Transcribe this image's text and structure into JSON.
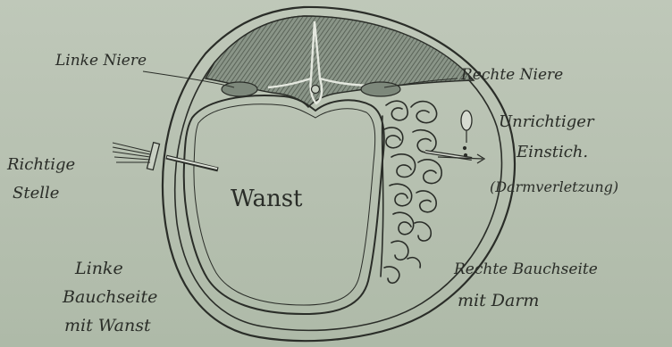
{
  "labels": {
    "linke_niere": "Linke Niere",
    "rechte_niere": "Rechte Niere",
    "unrichtiger_einstich": [
      "Unrichtiger",
      "Einstich.",
      "(Darmverletzung)"
    ],
    "richtige_stelle": [
      "Richtige",
      "Stelle"
    ],
    "wanst": "Wanst",
    "linke_bauchseite": [
      "Linke",
      "Bauchseite",
      "mit Wanst"
    ],
    "rechte_bauchseite": [
      "Rechte Bauchseite",
      "mit Darm"
    ]
  },
  "colors": {
    "ink": "#2a2d28",
    "paper": "#b9c3b4",
    "shading": "#6f7a6d",
    "kidney": "#7d887b"
  }
}
